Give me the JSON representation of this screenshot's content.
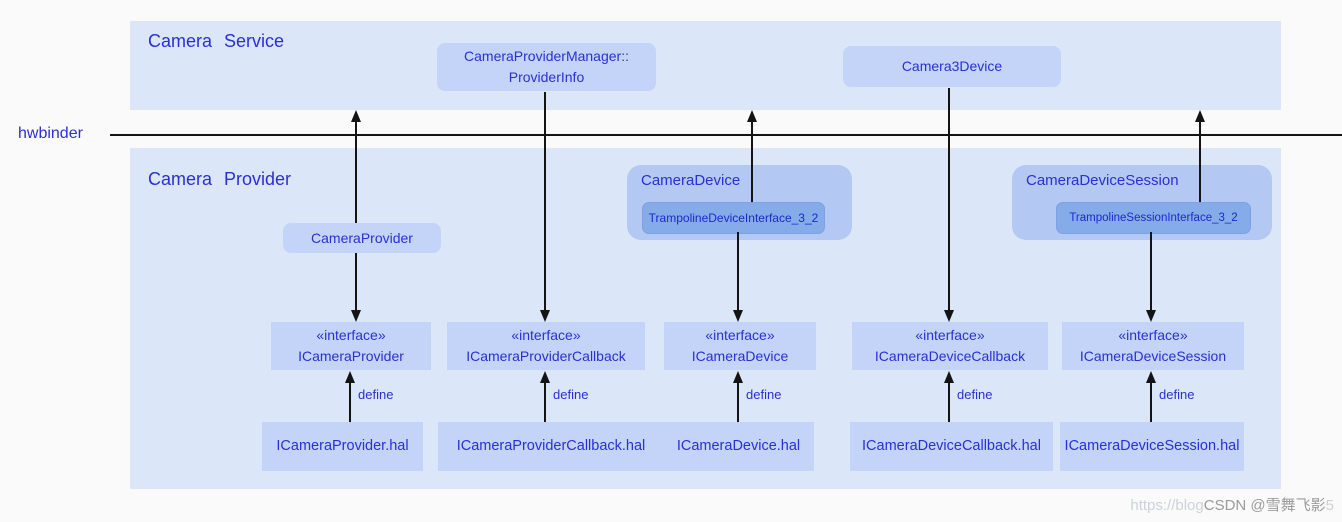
{
  "colors": {
    "page_bg": "#fafafa",
    "band": "#dbe6f8",
    "box": "#c3d4f8",
    "group": "#b3c8f3",
    "trampoline": "#85abe8",
    "text_blue": "#2a2fd4",
    "line": "#141414"
  },
  "hwbinder": {
    "label": "hwbinder"
  },
  "camera_service": {
    "title": "Camera Service",
    "provider_info": {
      "line1": "CameraProviderManager::",
      "line2": "ProviderInfo"
    },
    "camera3device": {
      "label": "Camera3Device"
    }
  },
  "camera_provider_section": {
    "title": "Camera Provider",
    "camera_provider_box": {
      "label": "CameraProvider"
    },
    "camera_device_group": {
      "label": "CameraDevice",
      "trampoline": "TrampolineDeviceInterface_3_2"
    },
    "camera_device_session_group": {
      "label": "CameraDeviceSession",
      "trampoline": "TrampolineSessionInterface_3_2"
    }
  },
  "interfaces": [
    {
      "stereotype": "«interface»",
      "name": "ICameraProvider"
    },
    {
      "stereotype": "«interface»",
      "name": "ICameraProviderCallback"
    },
    {
      "stereotype": "«interface»",
      "name": "ICameraDevice"
    },
    {
      "stereotype": "«interface»",
      "name": "ICameraDeviceCallback"
    },
    {
      "stereotype": "«interface»",
      "name": "ICameraDeviceSession"
    }
  ],
  "hal_files": [
    {
      "label": "ICameraProvider.hal"
    },
    {
      "label": "ICameraProviderCallback.hal"
    },
    {
      "label": "ICameraDevice.hal"
    },
    {
      "label": "ICameraDeviceCallback.hal"
    },
    {
      "label": "ICameraDeviceSession.hal"
    }
  ],
  "define_label": "define",
  "watermark": {
    "url_fragment": "https://blog",
    "handle": "CSDN @雪舞飞影",
    "trailing": "5"
  }
}
